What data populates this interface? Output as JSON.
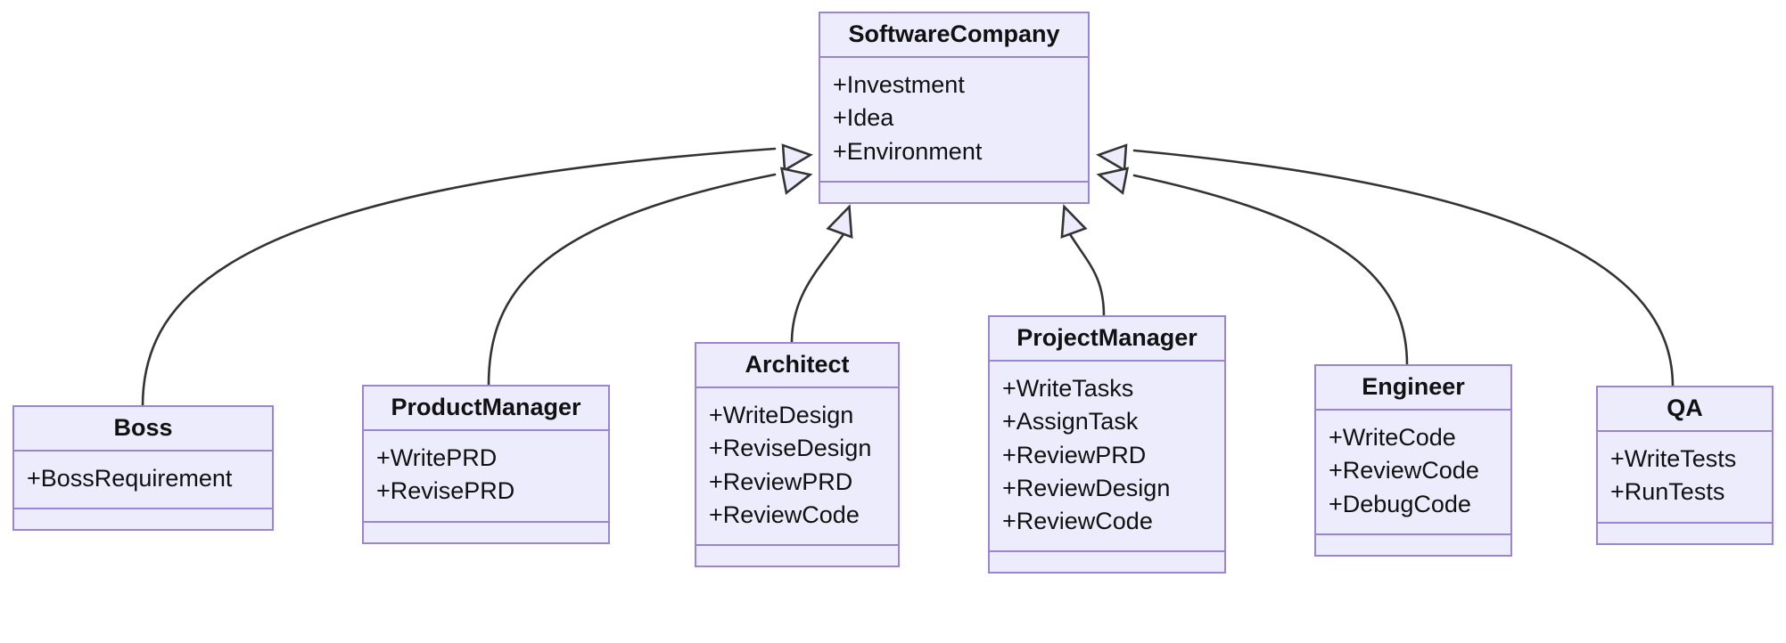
{
  "diagram": {
    "kind": "uml-class-diagram",
    "title": "",
    "relationship_type": "generalization",
    "colors": {
      "node_fill": "#ececfd",
      "node_border": "#9a85d4",
      "edge_stroke": "#333333",
      "arrow_fill": "#ececfd",
      "text": "#111111",
      "background": "#ffffff"
    },
    "classes": [
      {
        "id": "software-company",
        "name": "SoftwareCompany",
        "attributes": [
          "+Investment",
          "+Idea",
          "+Environment"
        ],
        "methods": []
      },
      {
        "id": "boss",
        "name": "Boss",
        "attributes": [
          "+BossRequirement"
        ],
        "methods": []
      },
      {
        "id": "product-manager",
        "name": "ProductManager",
        "attributes": [
          "+WritePRD",
          "+RevisePRD"
        ],
        "methods": []
      },
      {
        "id": "architect",
        "name": "Architect",
        "attributes": [
          "+WriteDesign",
          "+ReviseDesign",
          "+ReviewPRD",
          "+ReviewCode"
        ],
        "methods": []
      },
      {
        "id": "project-manager",
        "name": "ProjectManager",
        "attributes": [
          "+WriteTasks",
          "+AssignTask",
          "+ReviewPRD",
          "+ReviewDesign",
          "+ReviewCode"
        ],
        "methods": []
      },
      {
        "id": "engineer",
        "name": "Engineer",
        "attributes": [
          "+WriteCode",
          "+ReviewCode",
          "+DebugCode"
        ],
        "methods": []
      },
      {
        "id": "qa",
        "name": "QA",
        "attributes": [
          "+WriteTests",
          "+RunTests"
        ],
        "methods": []
      }
    ],
    "relations": [
      {
        "from": "boss",
        "to": "software-company",
        "type": "inheritance"
      },
      {
        "from": "product-manager",
        "to": "software-company",
        "type": "inheritance"
      },
      {
        "from": "architect",
        "to": "software-company",
        "type": "inheritance"
      },
      {
        "from": "project-manager",
        "to": "software-company",
        "type": "inheritance"
      },
      {
        "from": "engineer",
        "to": "software-company",
        "type": "inheritance"
      },
      {
        "from": "qa",
        "to": "software-company",
        "type": "inheritance"
      }
    ]
  }
}
